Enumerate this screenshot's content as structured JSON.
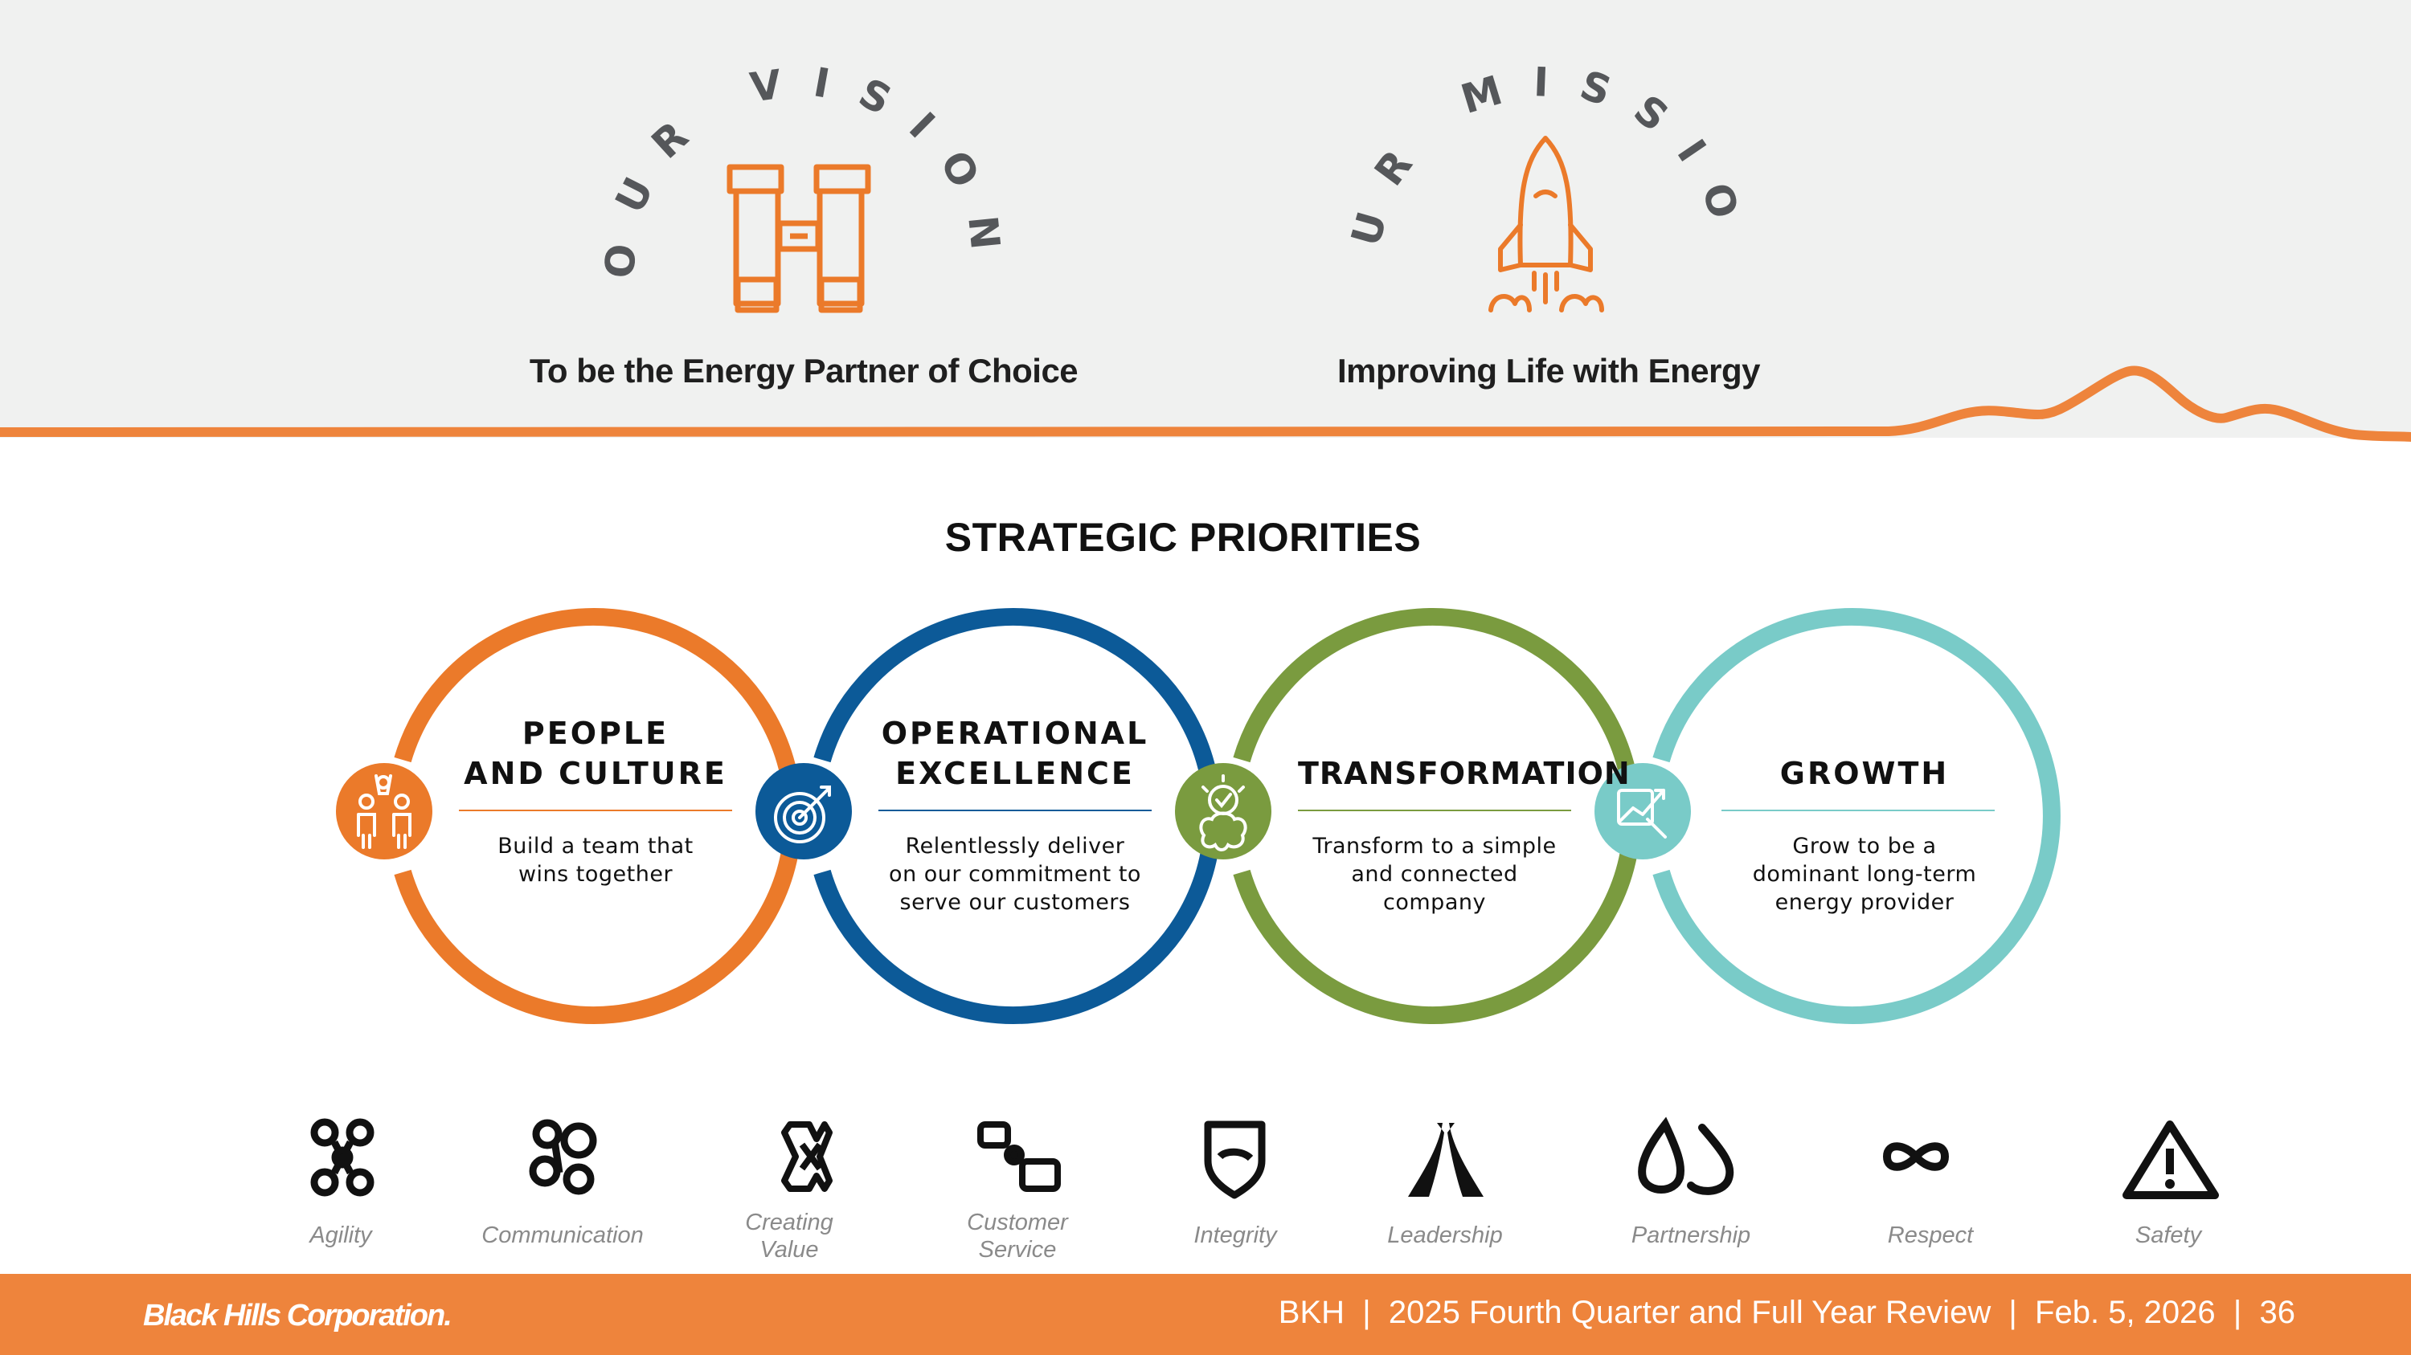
{
  "vision": {
    "arc": "OUR VISION",
    "icon": "binoculars-icon",
    "statement": "To be the Energy Partner of Choice"
  },
  "mission": {
    "arc": "OUR MISSION",
    "icon": "rocket-icon",
    "statement": "Improving Life with Energy"
  },
  "priorities_title": "STRATEGIC PRIORITIES",
  "priorities": [
    {
      "title_lines": [
        "PEOPLE",
        "AND CULTURE"
      ],
      "desc_lines": [
        "Build a team that",
        "wins together"
      ],
      "color": "#eb7a2a",
      "icon": "people-celebrating-icon"
    },
    {
      "title_lines": [
        "OPERATIONAL",
        "EXCELLENCE"
      ],
      "desc_lines": [
        "Relentlessly deliver",
        "on our commitment to",
        "serve our customers"
      ],
      "color": "#0c5a98",
      "icon": "target-arrow-icon"
    },
    {
      "title_lines": [
        "TRANSFORMATION"
      ],
      "desc_lines": [
        "Transform to a simple",
        "and connected company"
      ],
      "color": "#7a9b3f",
      "icon": "lightbulb-brain-icon"
    },
    {
      "title_lines": [
        "GROWTH"
      ],
      "desc_lines": [
        "Grow to be a",
        "dominant long-term",
        "energy provider"
      ],
      "color": "#79cbc8",
      "icon": "growth-chart-icon"
    }
  ],
  "values": [
    {
      "label": "Agility",
      "icon": "agility-icon"
    },
    {
      "label": "Communication",
      "icon": "communication-icon"
    },
    {
      "label": "Creating\nValue",
      "icon": "creating-value-icon"
    },
    {
      "label": "Customer\nService",
      "icon": "customer-service-icon"
    },
    {
      "label": "Integrity",
      "icon": "shield-icon"
    },
    {
      "label": "Leadership",
      "icon": "leadership-icon"
    },
    {
      "label": "Partnership",
      "icon": "partnership-icon"
    },
    {
      "label": "Respect",
      "icon": "infinity-icon"
    },
    {
      "label": "Safety",
      "icon": "warning-triangle-icon"
    }
  ],
  "footer": {
    "brand": "Black Hills Corporation.",
    "text": "BKH  |  2025 Fourth Quarter and Full Year Review  |  Feb. 5, 2026  |  36"
  },
  "colors": {
    "orange": "#ee843c",
    "band": "#f0f1f0",
    "text_gray": "#55575a"
  }
}
